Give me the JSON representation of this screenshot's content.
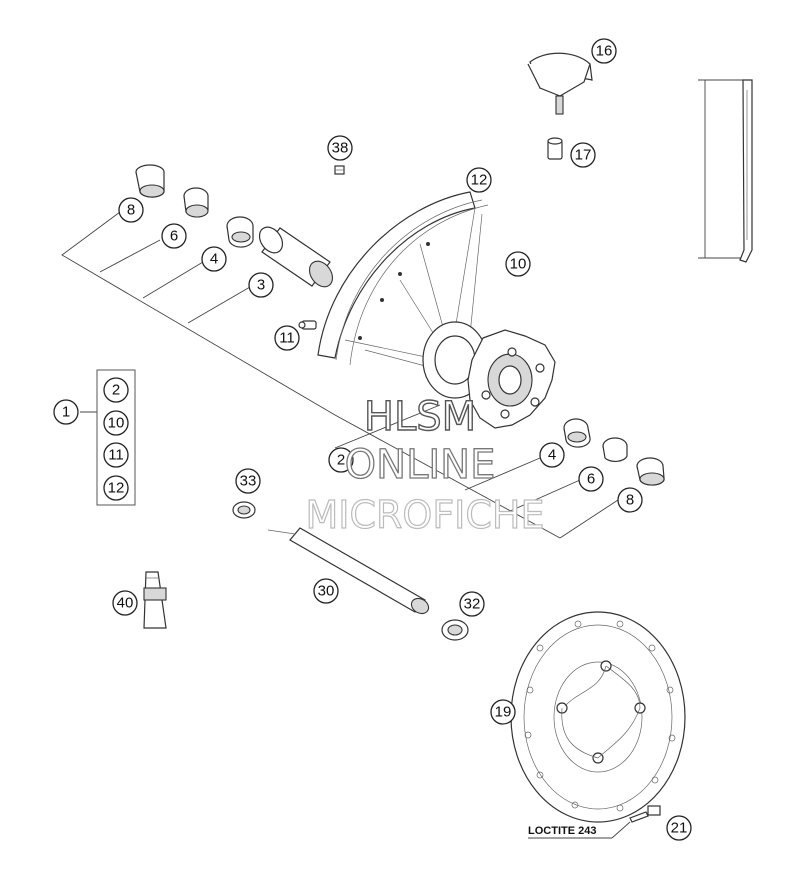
{
  "callouts": {
    "c1": "1",
    "c2_set": "2",
    "c10_set": "10",
    "c11_set": "11",
    "c12_set": "12",
    "c2": "2",
    "c3": "3",
    "c4_left": "4",
    "c4_right": "4",
    "c6_left": "6",
    "c6_right": "6",
    "c8_left": "8",
    "c8_right": "8",
    "c10": "10",
    "c11": "11",
    "c12": "12",
    "c16": "16",
    "c17": "17",
    "c19": "19",
    "c21": "21",
    "c30": "30",
    "c32": "32",
    "c33": "33",
    "c38": "38",
    "c40": "40"
  },
  "note": {
    "loctite": "LOCTITE 243"
  },
  "watermark": {
    "line1": "HLSM",
    "line2": "ONLINE",
    "line3": "MICROFICHE"
  }
}
